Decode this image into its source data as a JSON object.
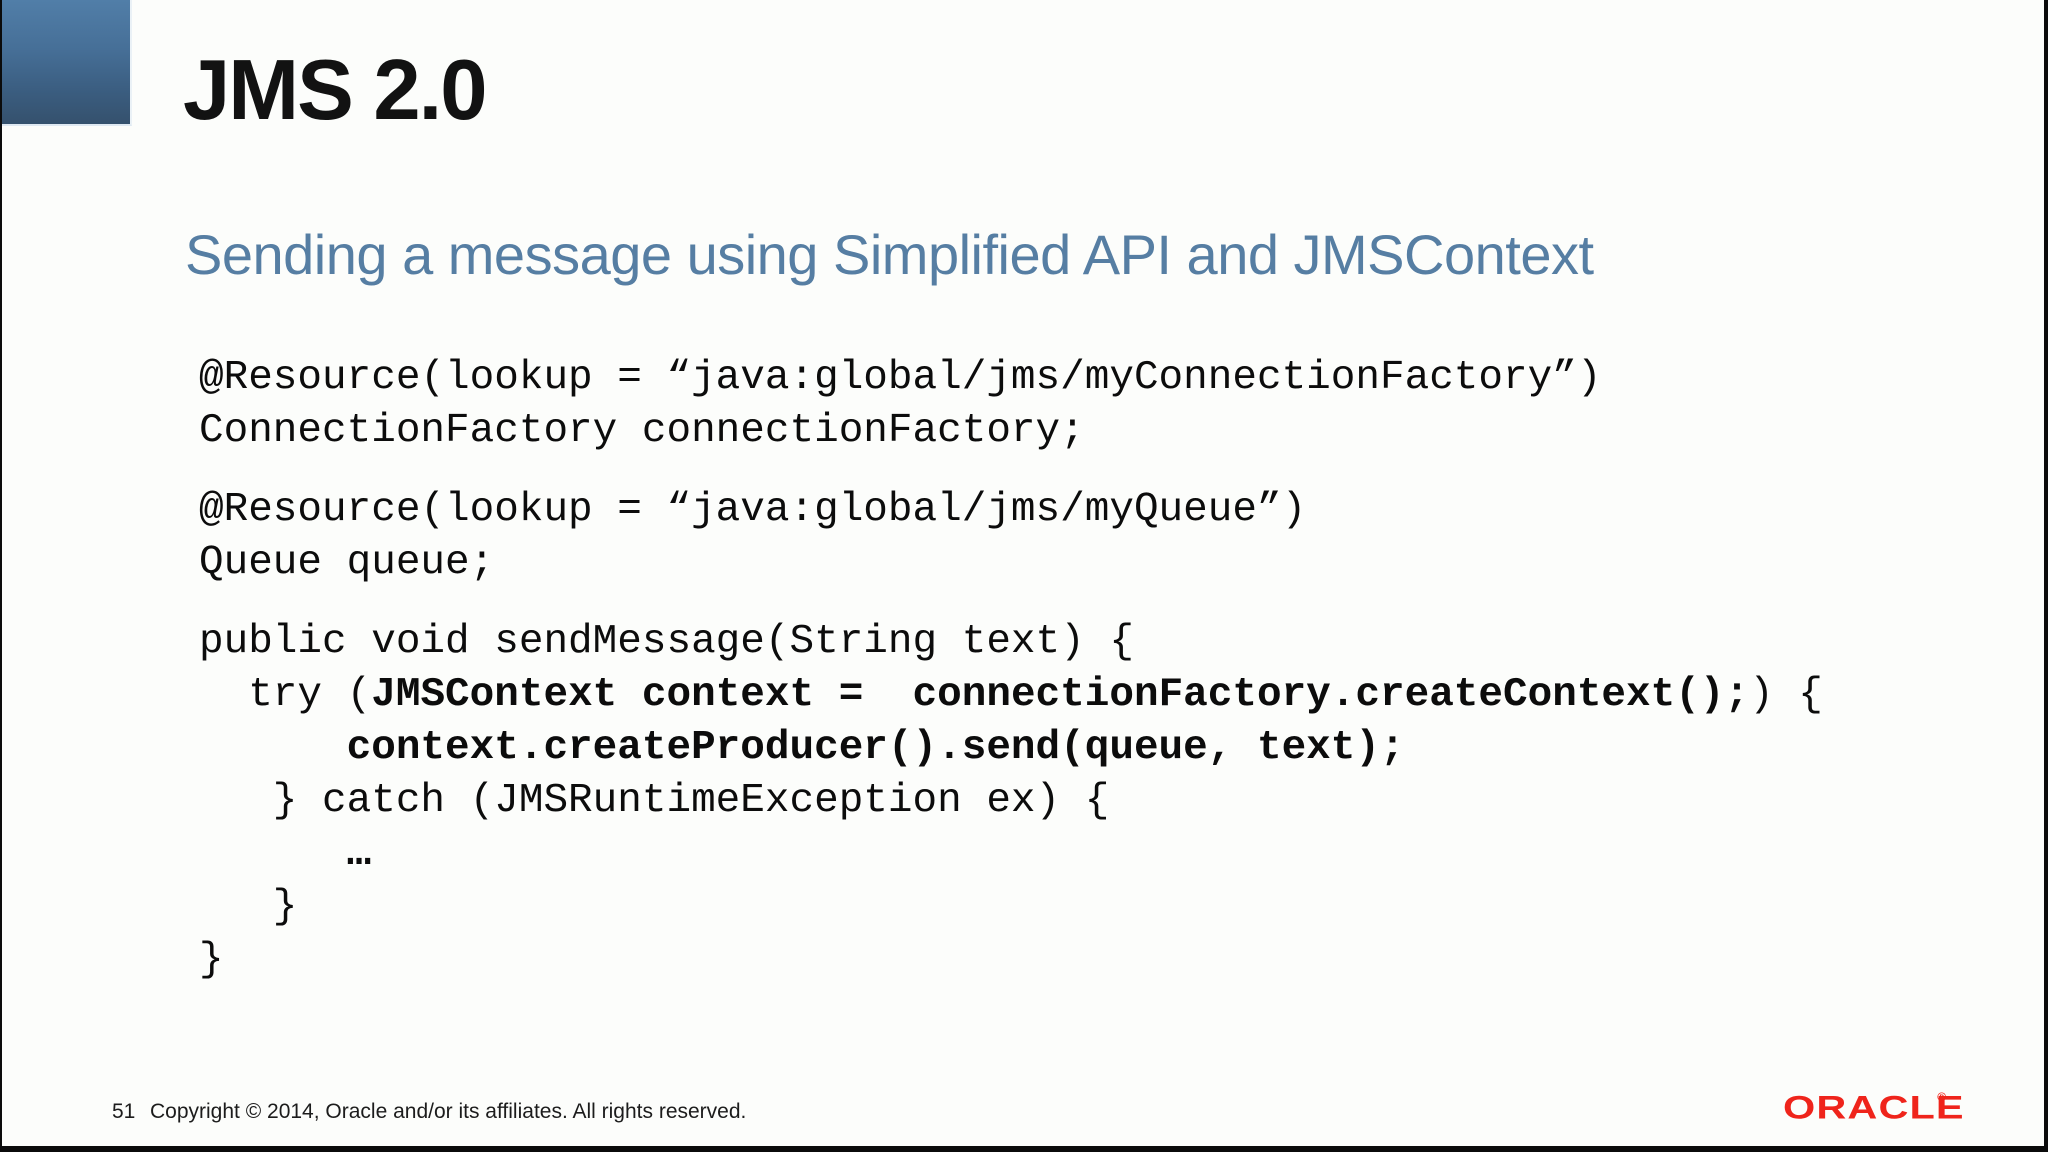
{
  "slide": {
    "title": "JMS 2.0",
    "subtitle": "Sending a message using Simplified API and JMSContext"
  },
  "code": {
    "blocks": [
      {
        "lines": [
          [
            {
              "t": "@Resource(lookup = “java:global/jms/myConnectionFactory”)",
              "b": false
            }
          ],
          [
            {
              "t": "ConnectionFactory connectionFactory;",
              "b": false
            }
          ]
        ]
      },
      {
        "lines": [
          [
            {
              "t": "@Resource(lookup = “java:global/jms/myQueue”)",
              "b": false
            }
          ],
          [
            {
              "t": "Queue queue;",
              "b": false
            }
          ]
        ]
      },
      {
        "lines": [
          [
            {
              "t": "public void sendMessage(String text) {",
              "b": false
            }
          ],
          [
            {
              "t": "  try (",
              "b": false
            },
            {
              "t": "JMSContext context =  connectionFactory.createContext();",
              "b": true
            },
            {
              "t": ") {",
              "b": false
            }
          ],
          [
            {
              "t": "      ",
              "b": false
            },
            {
              "t": "context.createProducer().send(queue, text);",
              "b": true
            }
          ],
          [
            {
              "t": "   } catch (JMSRuntimeException ex) {",
              "b": false
            }
          ],
          [
            {
              "t": "      ",
              "b": false
            },
            {
              "t": "…",
              "b": true
            }
          ],
          [
            {
              "t": "   }",
              "b": false
            }
          ],
          [
            {
              "t": "}",
              "b": false
            }
          ]
        ]
      }
    ]
  },
  "footer": {
    "page_number": "51",
    "copyright": "Copyright © 2014, Oracle and/or its affiliates. All rights reserved."
  },
  "logo": {
    "text": "ORACLE",
    "registered": "®"
  },
  "colors": {
    "subtitle_blue": "#567ea3",
    "corner_gradient_top": "#517ea8",
    "corner_gradient_bottom": "#35516d",
    "oracle_red": "#ef241b",
    "frame_black": "#0b0b0b",
    "slide_background": "#fcfdfb"
  }
}
